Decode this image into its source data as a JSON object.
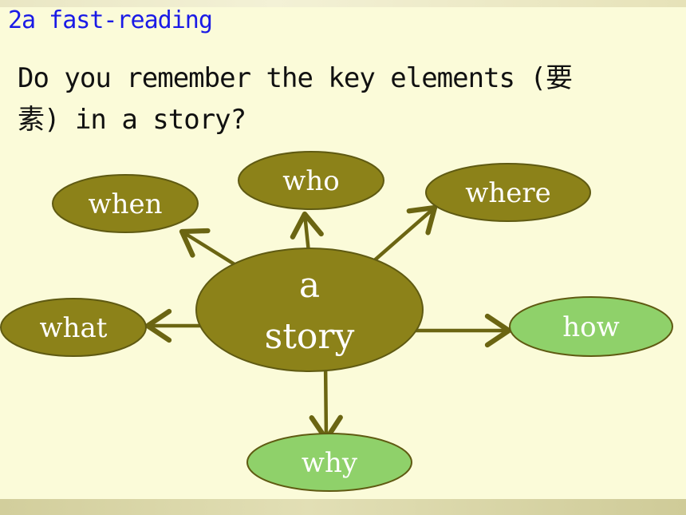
{
  "header": {
    "section_label": "2a fast-reading"
  },
  "question": {
    "line1": "Do you remember the key elements (要",
    "line2": "素)  in a story?"
  },
  "diagram": {
    "center": {
      "line1": "a",
      "line2": "story"
    },
    "nodes": [
      {
        "id": "who",
        "label": "who",
        "color": "#8c8219"
      },
      {
        "id": "when",
        "label": "when",
        "color": "#8c8219"
      },
      {
        "id": "where",
        "label": "where",
        "color": "#8c8219"
      },
      {
        "id": "what",
        "label": "what",
        "color": "#8c8219"
      },
      {
        "id": "how",
        "label": "how",
        "color": "#8fd16a"
      },
      {
        "id": "why",
        "label": "why",
        "color": "#8fd16a"
      }
    ],
    "colors": {
      "olive_fill": "#8c8219",
      "green_fill": "#8fd16a",
      "outline": "#5f5a12",
      "arrow": "#6b6512",
      "label_text": "#ffffff"
    }
  }
}
